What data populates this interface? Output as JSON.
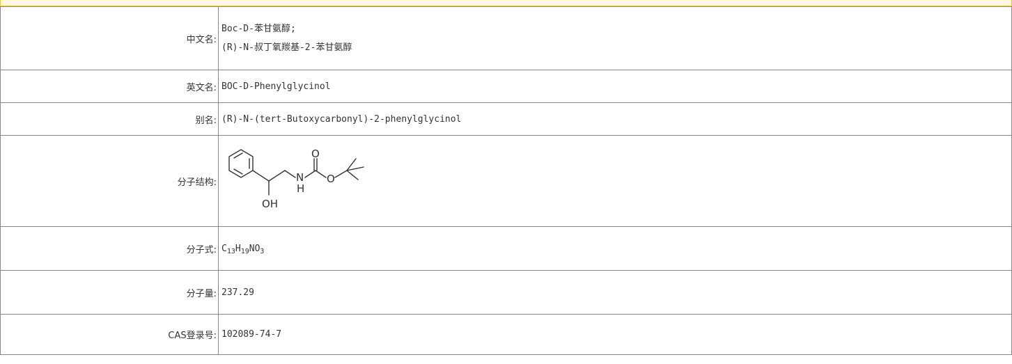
{
  "properties": {
    "chinese_name": {
      "label": "中文名:",
      "lines": [
        "Boc-D-苯甘氨醇;",
        "(R)-N-叔丁氧羰基-2-苯甘氨醇"
      ]
    },
    "english_name": {
      "label": "英文名:",
      "value": "BOC-D-Phenylglycinol"
    },
    "alias": {
      "label": "别名:",
      "value": "(R)-N-(tert-Butoxycarbonyl)-2-phenylglycinol"
    },
    "structure": {
      "label": "分子结构:",
      "atoms": {
        "oxygen_top": "O",
        "nitrogen": "N",
        "nitrogen_h": "H",
        "oxygen_ester": "O",
        "hydroxyl": "OH"
      }
    },
    "formula": {
      "label": "分子式:",
      "parts": [
        {
          "el": "C",
          "sub": "13"
        },
        {
          "el": "H",
          "sub": "19"
        },
        {
          "el": "N",
          "sub": ""
        },
        {
          "el": "O",
          "sub": "3"
        }
      ]
    },
    "molecular_weight": {
      "label": "分子量:",
      "value": "237.29"
    },
    "cas": {
      "label": "CAS登录号:",
      "value": "102089-74-7"
    }
  }
}
